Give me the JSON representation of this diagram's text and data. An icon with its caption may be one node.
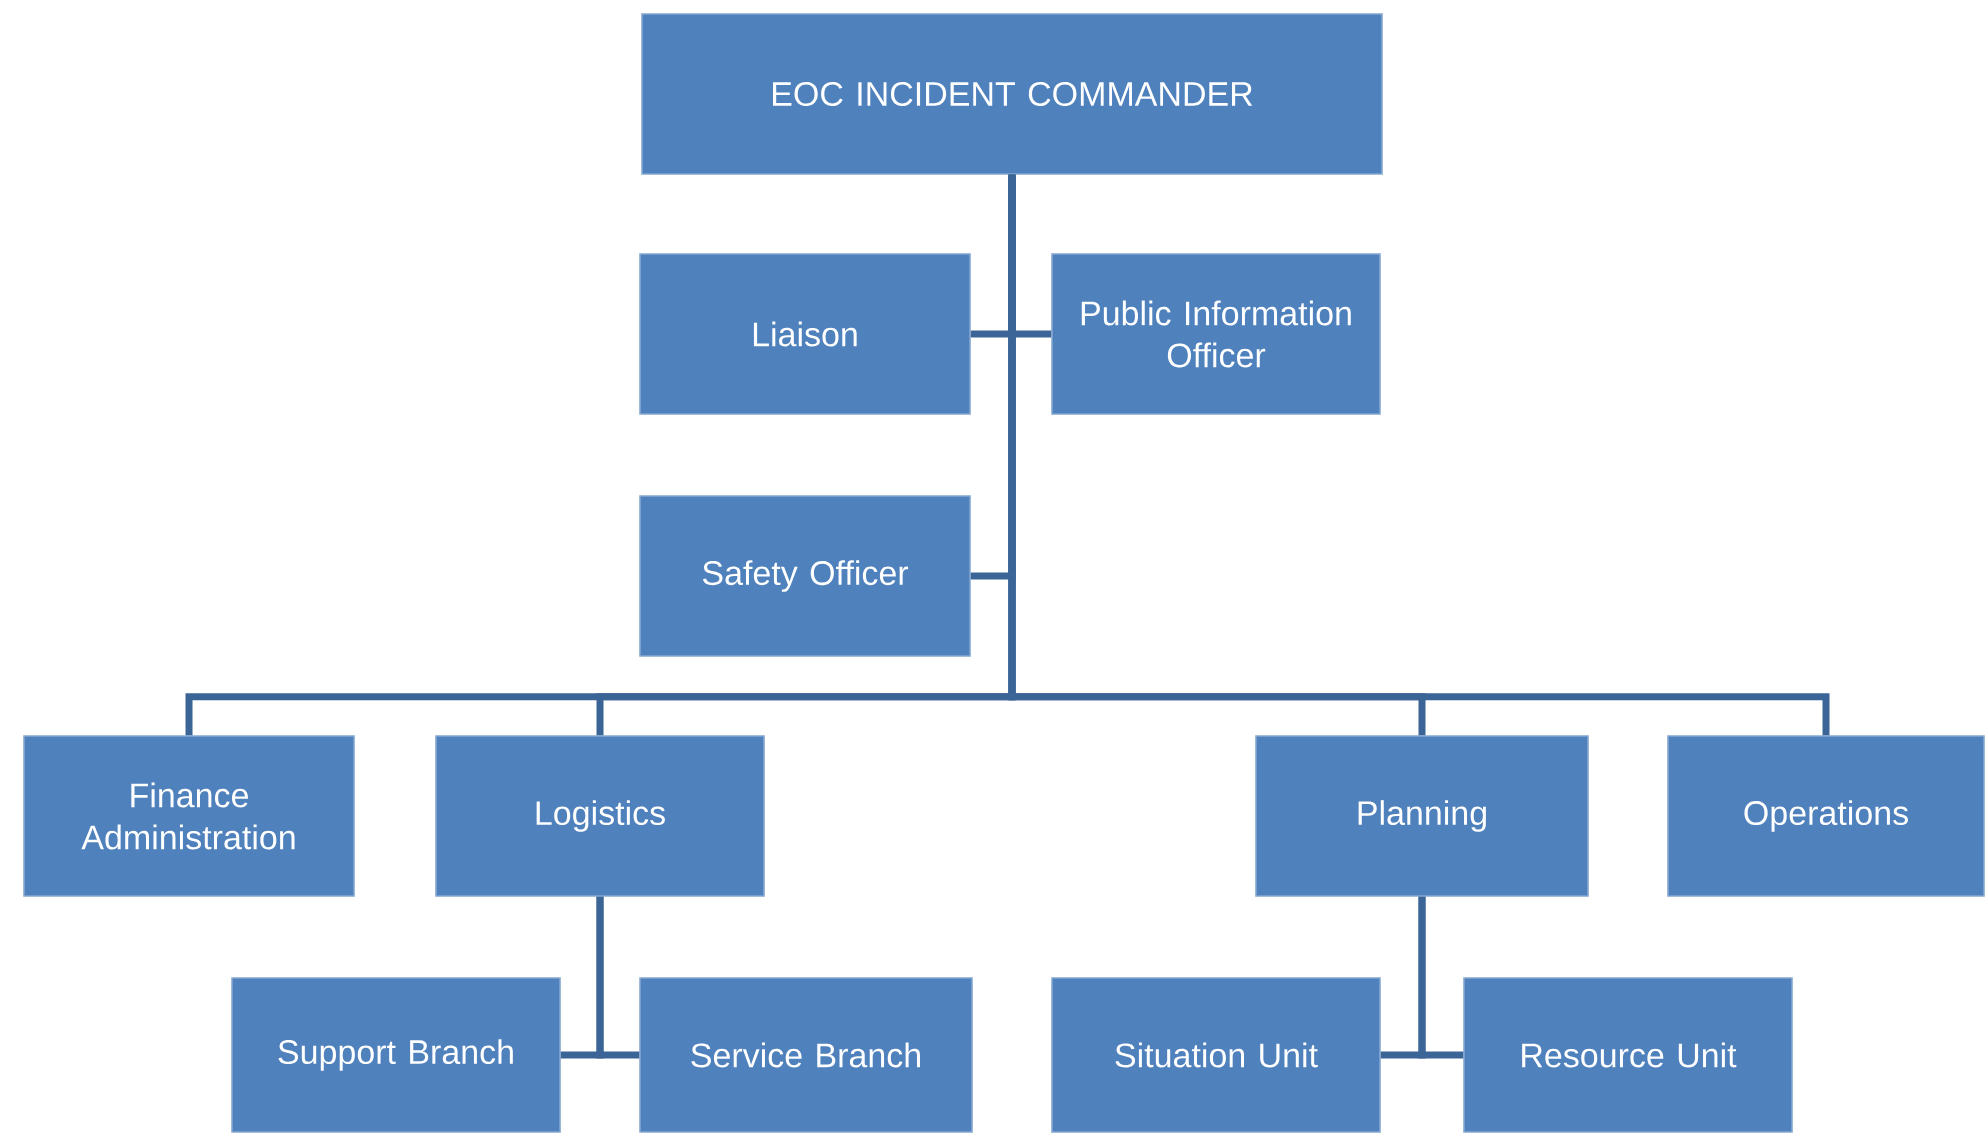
{
  "diagram": {
    "nodes": [
      {
        "text": [
          "EOC INCIDENT COMMANDER"
        ]
      },
      {
        "text": [
          "Liaison"
        ]
      },
      {
        "text": [
          "Public Information Officer"
        ]
      },
      {
        "text": [
          "Safety Officer"
        ]
      },
      {
        "text": [
          "Finance Administration"
        ]
      },
      {
        "text": [
          "Logistics"
        ]
      },
      {
        "text": [
          "Planning"
        ]
      },
      {
        "text": [
          "Operations"
        ]
      },
      {
        "text": [
          "Support Branch"
        ]
      },
      {
        "text": [
          "Service Branch"
        ]
      },
      {
        "text": [
          "Situation Unit"
        ]
      },
      {
        "text": [
          "Resource Unit"
        ]
      }
    ],
    "edges": [
      {
        "from": 0,
        "to": 1,
        "arrow": "none"
      },
      {
        "from": 0,
        "to": 2,
        "arrow": "none"
      },
      {
        "from": 0,
        "to": 3,
        "arrow": "none"
      },
      {
        "from": 0,
        "to": 4,
        "arrow": "none"
      },
      {
        "from": 0,
        "to": 5,
        "arrow": "none"
      },
      {
        "from": 0,
        "to": 6,
        "arrow": "none"
      },
      {
        "from": 0,
        "to": 7,
        "arrow": "none"
      },
      {
        "from": 5,
        "to": 8,
        "arrow": "none"
      },
      {
        "from": 5,
        "to": 9,
        "arrow": "none"
      },
      {
        "from": 6,
        "to": 10,
        "arrow": "none"
      },
      {
        "from": 6,
        "to": 11,
        "arrow": "none"
      }
    ]
  }
}
